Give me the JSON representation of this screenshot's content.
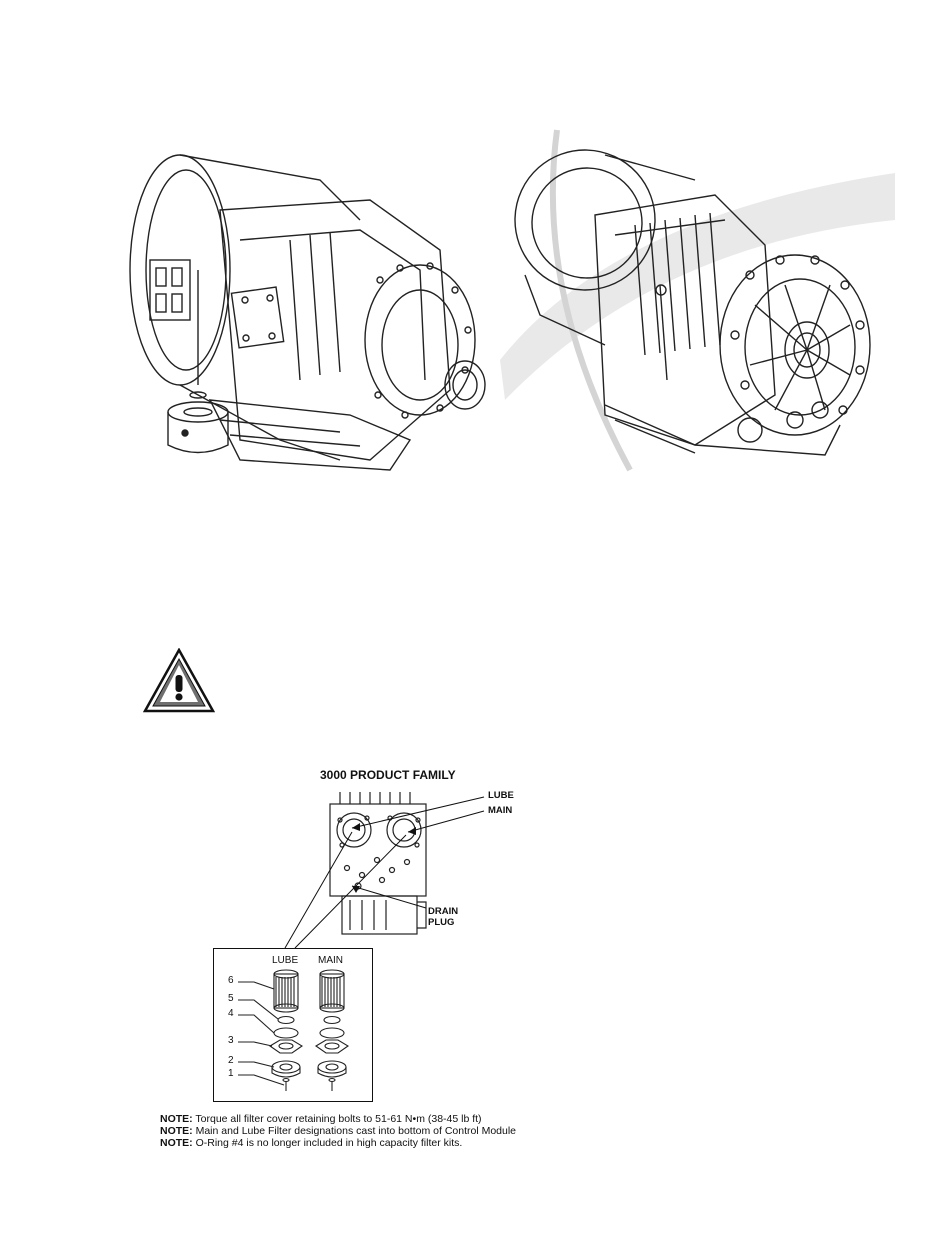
{
  "diagram": {
    "title": "3000 PRODUCT FAMILY",
    "callouts": {
      "lube": "LUBE",
      "main": "MAIN",
      "drain_line1": "DRAIN",
      "drain_line2": "PLUG"
    },
    "inset": {
      "col_lube": "LUBE",
      "col_main": "MAIN",
      "parts": [
        "1",
        "2",
        "3",
        "4",
        "5",
        "6"
      ]
    }
  },
  "notes": [
    {
      "label": "NOTE:",
      "text": "Torque all filter cover retaining bolts to 51-61 N•m (38-45 lb ft)"
    },
    {
      "label": "NOTE:",
      "text": "Main and Lube Filter designations cast into bottom of Control Module"
    },
    {
      "label": "NOTE:",
      "text": "O-Ring #4 is no longer included in high capacity filter kits."
    }
  ],
  "icons": {
    "warning": "warning-triangle-icon",
    "transmission_left": "transmission-with-spin-on-filter",
    "transmission_right": "transmission-rear-view"
  }
}
